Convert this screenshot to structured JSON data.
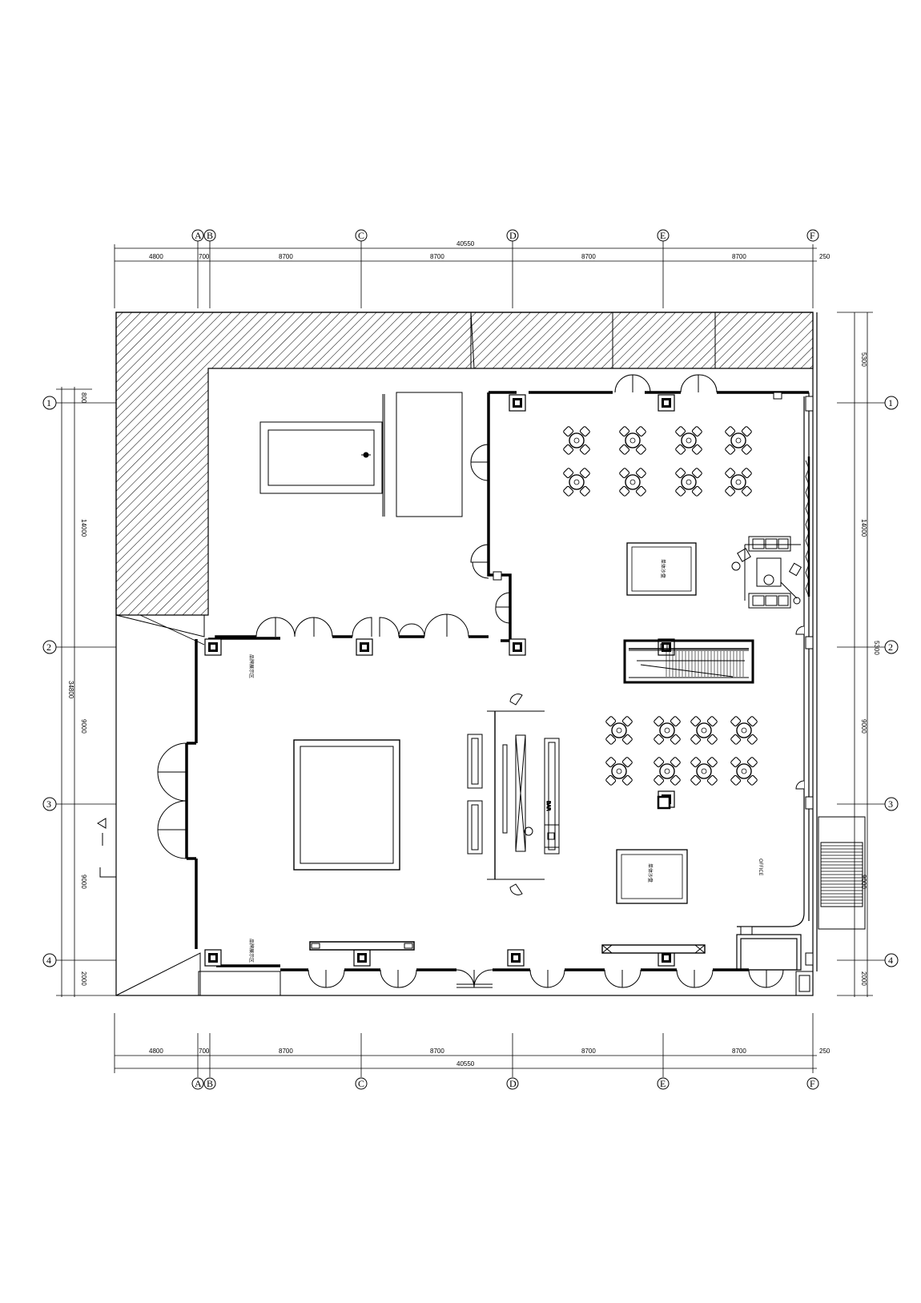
{
  "grid": {
    "columns": [
      "A",
      "B",
      "C",
      "D",
      "E",
      "F"
    ],
    "rows": [
      "1",
      "2",
      "3",
      "4"
    ]
  },
  "dimensions": {
    "top_total": "40550",
    "top_segments": [
      "4800",
      "700",
      "8700",
      "8700",
      "8700",
      "8700",
      "250"
    ],
    "bottom_total": "40550",
    "bottom_segments": [
      "4800",
      "700",
      "8700",
      "8700",
      "8700",
      "8700",
      "250"
    ],
    "left_total": "34800",
    "left_segments": [
      "800",
      "14000",
      "9000",
      "9000",
      "2000"
    ],
    "right_segments": [
      "5300",
      "14000",
      "5300",
      "9000",
      "9000",
      "2000"
    ]
  },
  "labels": {
    "sandtable_upper": "单体沙盘",
    "sandtable_lower": "单体沙盘",
    "display_upper": "品牌展示区",
    "display_lower": "品牌展示区",
    "office": "OFFICE",
    "bar": "BAR"
  },
  "colors": {
    "line": "#000000",
    "background": "#ffffff"
  }
}
